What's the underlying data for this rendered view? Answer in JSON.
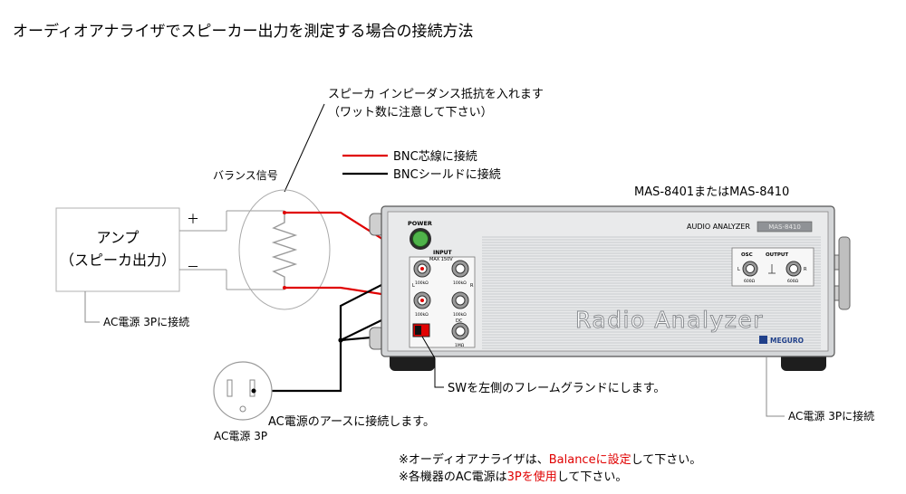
{
  "title": "オーディオアナライザでスピーカー出力を測定する場合の接続方法",
  "resistor_note": {
    "line1": "スピーカ インピーダンス抵抗を入れます",
    "line2": "（ワット数に注意して下さい）"
  },
  "legend": {
    "red_label": "BNC芯線に接続",
    "black_label": "BNCシールドに接続",
    "red_color": "#e00000",
    "black_color": "#000000"
  },
  "balance_label": "バランス信号",
  "device_model": "MAS-8401またはMAS-8410",
  "amp": {
    "line1": "アンプ",
    "line2": "（スピーカ出力）",
    "plus": "＋",
    "minus": "－",
    "ac_note": "AC電源 3Pに接続"
  },
  "outlet_label": "AC電源 3P",
  "ac_earth_note": "AC電源のアースに接続します。",
  "sw_note": "SWを左側のフレームグランドにします。",
  "analyzer_ac_note": "AC電源 3Pに接続",
  "analyzer": {
    "power": "POWER",
    "input": "INPUT",
    "max": "MAX 150V",
    "audio_analyzer": "AUDIO ANALYZER",
    "model_plate": "MAS-8410",
    "osc": "OSC",
    "output": "OUTPUT",
    "brand_name": "Radio Analyzer",
    "maker": "MEGURO",
    "imp1": "100kΩ",
    "imp2": "100kΩ",
    "imp3": "100kΩ",
    "imp4": "100kΩ",
    "dc": "DC",
    "dc_imp": "1MΩ",
    "r_mark": "R",
    "l_mark": "L",
    "out_l": "L",
    "out_r": "R",
    "out_imp_l": "600Ω",
    "out_imp_r": "600Ω"
  },
  "footer": {
    "line1_a": "※オーディオアナライザは、",
    "line1_b": "Balance",
    "line1_c": "に設定",
    "line1_d": "して下さい。",
    "line2_a": "※各機器のAC電源は",
    "line2_b": "3Pを使用",
    "line2_c": "して下さい。",
    "highlight_color": "#e00000"
  }
}
